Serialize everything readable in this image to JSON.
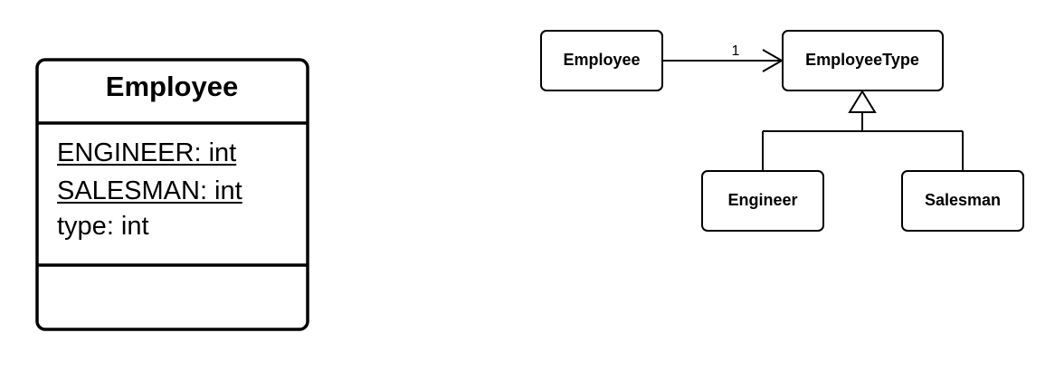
{
  "class_box": {
    "title": "Employee",
    "attributes": [
      {
        "text": "ENGINEER: int",
        "static": true
      },
      {
        "text": "SALESMAN: int",
        "static": true
      },
      {
        "text": "type: int",
        "static": false
      }
    ]
  },
  "relationship_diagram": {
    "employee_label": "Employee",
    "employee_type_label": "EmployeeType",
    "multiplicity": "1",
    "engineer_label": "Engineer",
    "salesman_label": "Salesman"
  }
}
